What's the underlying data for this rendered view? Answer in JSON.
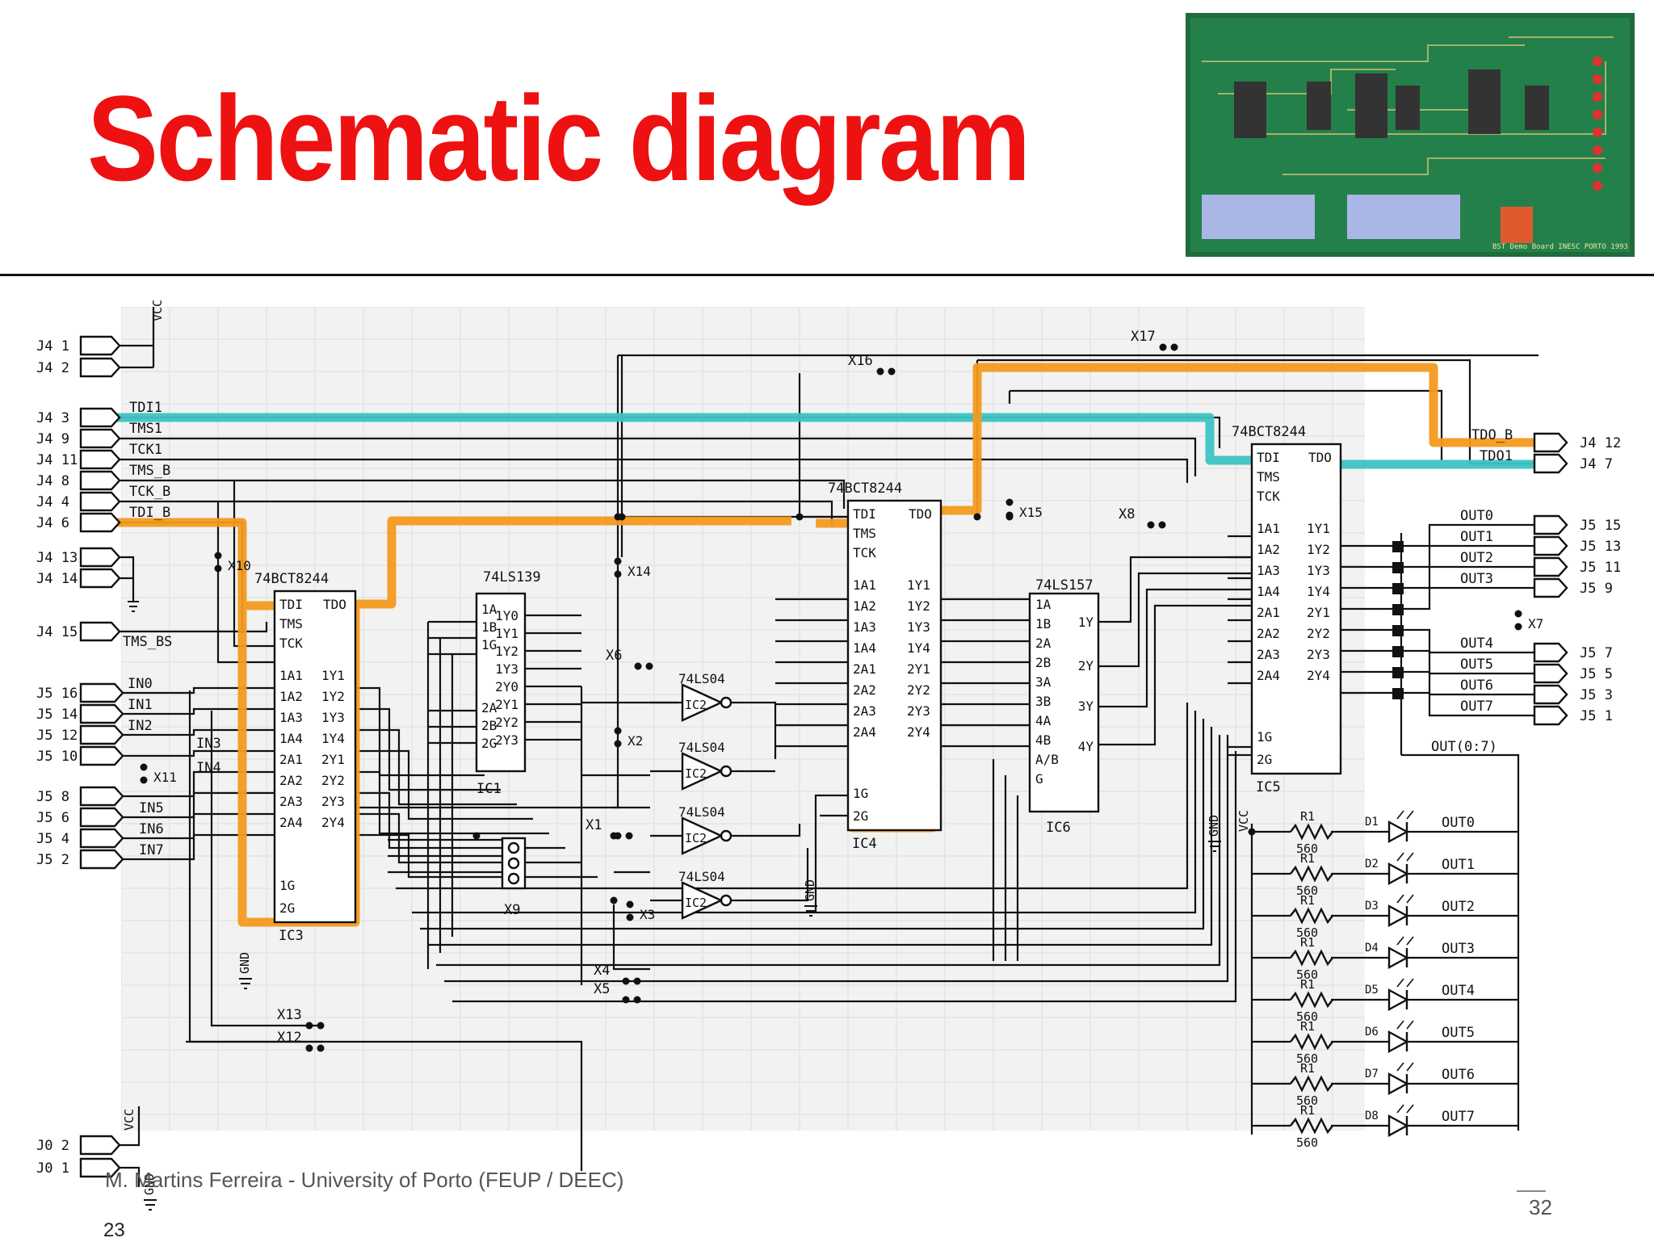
{
  "slide": {
    "title": "Schematic diagram",
    "footer": "M. Martins Ferreira - University of Porto (FEUP / DEEC)",
    "page_number": "32",
    "corner_number": "23"
  },
  "photo": {
    "board_label": "BST Demo Board   INESC PORTO   1993"
  },
  "colors": {
    "title": "#ee1111",
    "tdi_path": "#3cc3c3",
    "tdo_path": "#f39a1e"
  },
  "connectors": [
    {
      "label": "J4 1"
    },
    {
      "label": "J4 2"
    },
    {
      "label": "J4 3"
    },
    {
      "label": "J4 9"
    },
    {
      "label": "J4 11"
    },
    {
      "label": "J4 8"
    },
    {
      "label": "J4 4"
    },
    {
      "label": "J4 6"
    },
    {
      "label": "J4 13"
    },
    {
      "label": "J4 14"
    },
    {
      "label": "J4 15"
    },
    {
      "label": "J5 16"
    },
    {
      "label": "J5 14"
    },
    {
      "label": "J5 12"
    },
    {
      "label": "J5 10"
    },
    {
      "label": "J5 8"
    },
    {
      "label": "J5 6"
    },
    {
      "label": "J5 4"
    },
    {
      "label": "J5 2"
    },
    {
      "label": "J0 2"
    },
    {
      "label": "J0 1"
    },
    {
      "label": "J4 12"
    },
    {
      "label": "J4 7"
    },
    {
      "label": "J5 15"
    },
    {
      "label": "J5 13"
    },
    {
      "label": "J5 11"
    },
    {
      "label": "J5 9"
    },
    {
      "label": "J5 7"
    },
    {
      "label": "J5 5"
    },
    {
      "label": "J5 3"
    },
    {
      "label": "J5 1"
    }
  ],
  "signals_in": [
    "TDI1",
    "TMS1",
    "TCK1",
    "TMS_B",
    "TCK_B",
    "TDI_B",
    "TMS_BS"
  ],
  "inputs": [
    "IN0",
    "IN1",
    "IN2",
    "IN3",
    "IN4",
    "IN5",
    "IN6",
    "IN7"
  ],
  "outputs_right": [
    "TDO_B",
    "TDO1"
  ],
  "out_labels": [
    "OUT0",
    "OUT1",
    "OUT2",
    "OUT3",
    "OUT4",
    "OUT5",
    "OUT6",
    "OUT7"
  ],
  "out_bus": "OUT(0:7)",
  "power": {
    "vcc": "VCC",
    "gnd": "GND"
  },
  "jumpers": [
    "X1",
    "X2",
    "X3",
    "X4",
    "X5",
    "X6",
    "X7",
    "X8",
    "X9",
    "X10",
    "X11",
    "X12",
    "X13",
    "X14",
    "X15",
    "X16",
    "X17"
  ],
  "bst_pins": [
    "TDI",
    "TMS",
    "TCK",
    "TDO"
  ],
  "pins_a": [
    "1A1",
    "1A2",
    "1A3",
    "1A4",
    "2A1",
    "2A2",
    "2A3",
    "2A4"
  ],
  "pins_y": [
    "1Y1",
    "1Y2",
    "1Y3",
    "1Y4",
    "2Y1",
    "2Y2",
    "2Y3",
    "2Y4"
  ],
  "enable_pins": [
    "1G",
    "2G"
  ],
  "chips": [
    {
      "name": "IC3",
      "part": "74BCT8244"
    },
    {
      "name": "IC4",
      "part": "74BCT8244"
    },
    {
      "name": "IC5",
      "part": "74BCT8244"
    },
    {
      "name": "IC1",
      "part": "74LS139"
    },
    {
      "name": "IC6",
      "part": "74LS157"
    },
    {
      "name": "IC2",
      "part": "74LS04"
    }
  ],
  "ic1_pins_left": [
    "1A",
    "1B",
    "1G",
    "2A",
    "2B",
    "2G"
  ],
  "ic1_pins_right": [
    "1Y0",
    "1Y1",
    "1Y2",
    "1Y3",
    "2Y0",
    "2Y1",
    "2Y2",
    "2Y3"
  ],
  "ic6_pins_left": [
    "1A",
    "1B",
    "2A",
    "2B",
    "3A",
    "3B",
    "4A",
    "4B",
    "A/B",
    "G"
  ],
  "ic6_pins_right": [
    "1Y",
    "2Y",
    "3Y",
    "4Y"
  ],
  "resistor": {
    "name": "R1",
    "value": "560"
  },
  "leds": [
    "D1",
    "D2",
    "D3",
    "D4",
    "D5",
    "D6",
    "D7",
    "D8"
  ]
}
